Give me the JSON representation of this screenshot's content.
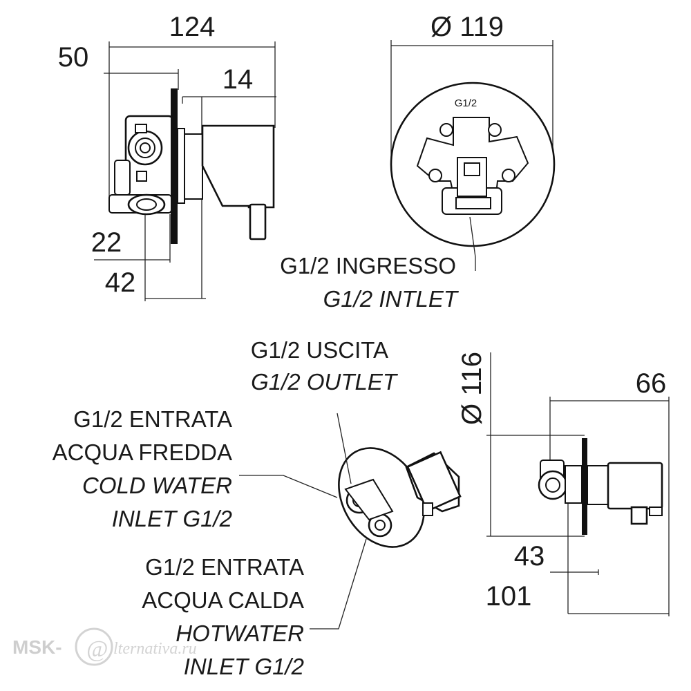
{
  "dimensions": {
    "top_width": "124",
    "top_depth": "50",
    "top_small": "14",
    "plate_diameter_top": "Ø 119",
    "bottom_22": "22",
    "bottom_42": "42",
    "plate_diameter_side": "Ø 116",
    "side_66": "66",
    "side_43": "43",
    "side_101": "101"
  },
  "labels": {
    "inlet_it": "G1/2 INGRESSO",
    "inlet_en": "G1/2 INTLET",
    "front_thread": "G1/2",
    "outlet_it": "G1/2 USCITA",
    "outlet_en": "G1/2 OUTLET",
    "cold_it_1": "G1/2 ENTRATA",
    "cold_it_2": "ACQUA FREDDA",
    "cold_en_1": "COLD WATER",
    "cold_en_2": "INLET G1/2",
    "hot_it_1": "G1/2 ENTRATA",
    "hot_it_2": "ACQUA CALDA",
    "hot_en_1": "HOTWATER",
    "hot_en_2": "INLET G1/2"
  },
  "watermark": {
    "brand": "MSK-",
    "script": "lternativa.ru"
  }
}
